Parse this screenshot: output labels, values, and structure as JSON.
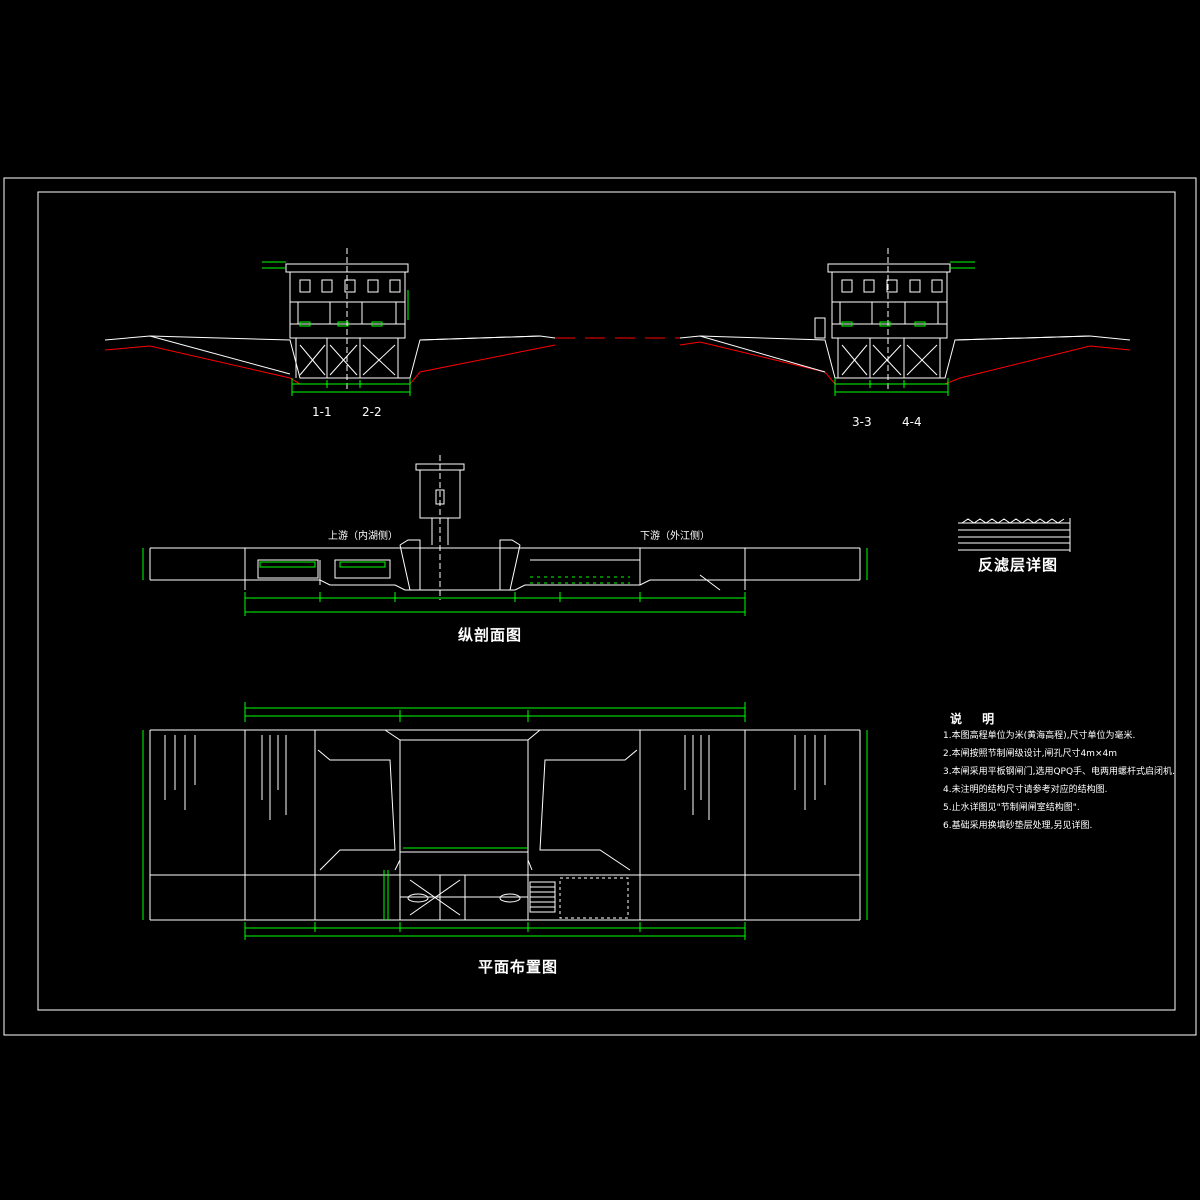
{
  "colors": {
    "background": "#000000",
    "line": "#ffffff",
    "dimension": "#00ff00",
    "ground": "#ff0000",
    "text": "#ffffff"
  },
  "cross_section": {
    "left_labels": [
      "1-1",
      "2-2"
    ],
    "right_labels": [
      "3-3",
      "4-4"
    ]
  },
  "profile": {
    "title": "纵剖面图",
    "upstream": "上游（内湖侧）",
    "downstream": "下游（外江侧）"
  },
  "filter_detail": {
    "title": "反滤层详图"
  },
  "plan": {
    "title": "平面布置图"
  },
  "notes": {
    "title": "说 明",
    "items": [
      "1.本图高程单位为米(黄海高程),尺寸单位为毫米.",
      "2.本闸按照节制闸级设计,闸孔尺寸4m×4m",
      "3.本闸采用平板钢闸门,选用QPQ手、电两用螺杆式启闭机.",
      "4.未注明的结构尺寸请参考对应的结构图.",
      "5.止水详图见\"节制闸闸室结构图\".",
      "6.基础采用换填砂垫层处理,另见详图."
    ]
  }
}
